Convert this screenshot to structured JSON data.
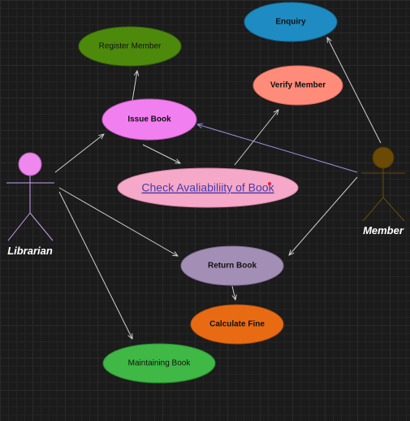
{
  "actors": {
    "librarian": {
      "label": "Librarian",
      "head_color": "#ee88ee",
      "line_color": "#c8a0f0"
    },
    "member": {
      "label": "Member",
      "head_color": "#6b4a05",
      "line_color": "#6b4a05"
    }
  },
  "use_cases": {
    "register_member": {
      "label": "Register Member",
      "color": "#4d8a0c"
    },
    "enquiry": {
      "label": "Enquiry",
      "color": "#1e8bc3"
    },
    "issue_book": {
      "label": "Issue Book",
      "color": "#f27ff0"
    },
    "verify_member": {
      "label": "Verify Member",
      "color": "#ff8c7a"
    },
    "check_availability": {
      "label": "Check Avaliabiliity of Book",
      "color": "#f6a8c8"
    },
    "return_book": {
      "label": "Return Book",
      "color": "#a38fb5"
    },
    "calculate_fine": {
      "label": "Calculate Fine",
      "color": "#e86b14"
    },
    "maintaining_book": {
      "label": "Maintaining Book",
      "color": "#3fb845"
    }
  },
  "colors": {
    "connector": "#cfcfcf",
    "member_issue_connector": "#9a8ee0"
  }
}
